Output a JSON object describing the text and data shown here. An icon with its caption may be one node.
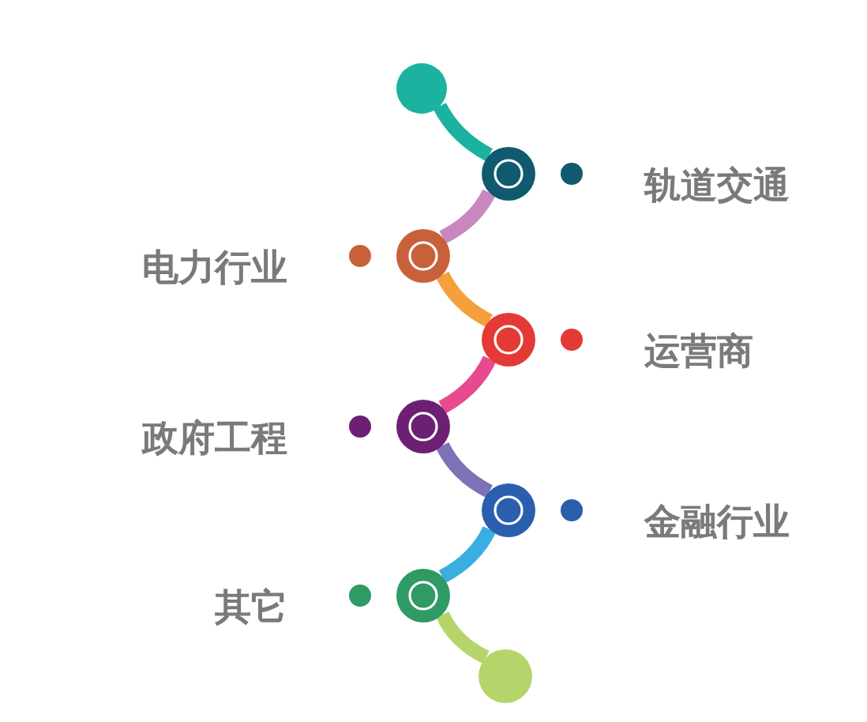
{
  "diagram": {
    "nodes": [
      {
        "text": [],
        "shape": "circle"
      },
      {
        "text": [],
        "shape": "circle",
        "beside": [
          "轨道交通"
        ]
      },
      {
        "text": [],
        "shape": "circle",
        "beside": [
          "电力行业"
        ]
      },
      {
        "text": [],
        "shape": "circle",
        "beside": [
          "运营商"
        ]
      },
      {
        "text": [],
        "shape": "circle",
        "beside": [
          "政府工程"
        ]
      },
      {
        "text": [],
        "shape": "circle",
        "beside": [
          "金融行业"
        ]
      },
      {
        "text": [],
        "shape": "circle",
        "beside": [
          "其它"
        ]
      },
      {
        "text": [],
        "shape": "circle"
      }
    ],
    "edges": [
      {
        "from": 0,
        "to": 1,
        "arrow": "none",
        "color": "#1bb3a0"
      },
      {
        "from": 1,
        "to": 2,
        "arrow": "none",
        "color": "#c987c0"
      },
      {
        "from": 2,
        "to": 3,
        "arrow": "none",
        "color": "#f4a03c"
      },
      {
        "from": 3,
        "to": 4,
        "arrow": "none",
        "color": "#e84a8f"
      },
      {
        "from": 4,
        "to": 5,
        "arrow": "none",
        "color": "#7b72b8"
      },
      {
        "from": 5,
        "to": 6,
        "arrow": "none",
        "color": "#3aaee0"
      },
      {
        "from": 6,
        "to": 7,
        "arrow": "none",
        "color": "#b5d56a"
      }
    ]
  }
}
